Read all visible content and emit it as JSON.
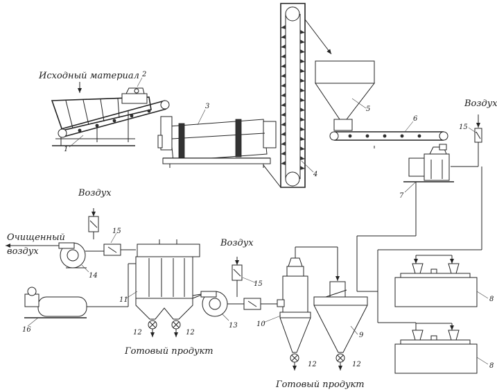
{
  "labels": {
    "source_material": "Исходный материал",
    "air": "Воздух",
    "cleaned_air_1": "Очищенный",
    "cleaned_air_2": "воздух",
    "finished_product": "Готовый продукт"
  },
  "numbers": {
    "n1": "1",
    "n2": "2",
    "n3": "3",
    "n4": "4",
    "n5": "5",
    "n6": "6",
    "n7": "7",
    "n8": "8",
    "n9": "9",
    "n10": "10",
    "n11": "11",
    "n12": "12",
    "n13": "13",
    "n14": "14",
    "n15": "15",
    "n16": "16"
  }
}
